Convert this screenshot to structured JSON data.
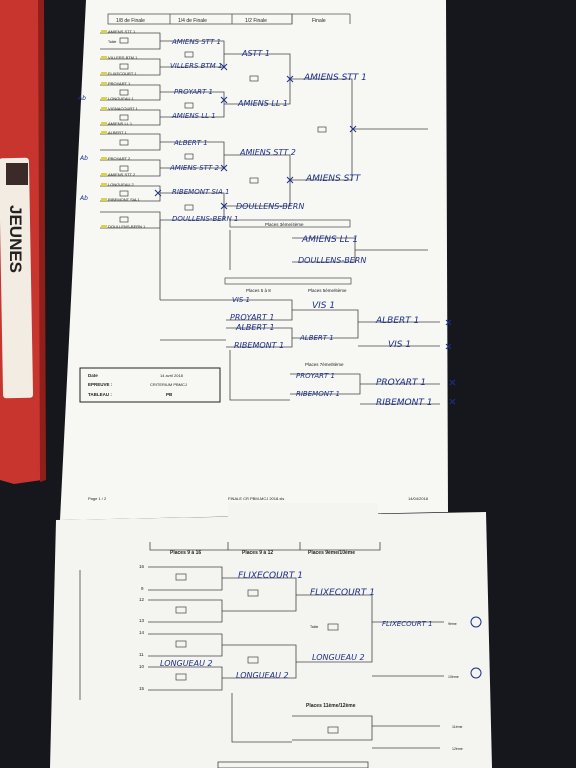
{
  "top_sheet": {
    "column_headers": [
      "1/8 de Finale",
      "1/4 de Finale",
      "1/2 Finale",
      "Finale"
    ],
    "r16_teams": [
      "AMIENS STT 1",
      "",
      "VILLERS BTM 1",
      "FLIXECOURT 1",
      "PROYART 1",
      "LONGUEAU 1",
      "VIGNACOURT 1",
      "AMIENS LL 1",
      "ALBERT 1",
      "PROYART 2",
      "AMIENS STT 2",
      "LONGUEAU 2",
      "RIBEMONT SIA 1",
      "",
      "DOULLENS-BERN 1",
      ""
    ],
    "qf_handwritten": [
      "AMIENS STT 1",
      "VILLERS BTM 1",
      "PROYART 1",
      "AMIENS LL 1",
      "ALBERT 1",
      "AMIENS STT 2",
      "RIBEMONT SIA 1",
      "DOULLENS-BERN 1"
    ],
    "sf_handwritten": [
      "ASTT 1",
      "AMIENS LL 1",
      "AMIENS STT 2",
      "DOULLENS-BERN"
    ],
    "final_handwritten": [
      "AMIENS STT 1",
      "AMIENS STT"
    ],
    "table_label": "Table",
    "places_3_title": "Places 3ème/4ème",
    "places_3_handwritten": [
      "AMIENS LL 1",
      "DOULLENS-BERN"
    ],
    "places_5_8_title": "Places 5 à 8",
    "places_5_8_handwritten": [
      "VIS 1",
      "PROYART 1",
      "ALBERT 1",
      "RIBEMONT 1"
    ],
    "places_5_6_title": "Places 5ème/6ème",
    "places_5_6_handwritten": [
      "VIS 1",
      "ALBERT 1",
      "ALBERT 1",
      "VIS 1"
    ],
    "places_7_8_title": "Places 7ème/8ème",
    "places_7_8_handwritten": [
      "PROYART 1",
      "RIBEMONT 1",
      "PROYART 1",
      "RIBEMONT 1"
    ],
    "info_box": {
      "date_label": "Date",
      "date_value": "14 avril 2018",
      "epreuve_label": "EPREUVE :",
      "epreuve_value": "CRITERIUM PBMCJ",
      "tableau_label": "TABLEAU :",
      "tableau_value": "PB"
    },
    "footer_left": "Page 1 / 2",
    "footer_center": "FINALE CR PBM-MCJ 2018.xls",
    "footer_right": "14/04/2018"
  },
  "bottom_sheet": {
    "column_headers": [
      "Places 9 à 16",
      "Places 9 à 12",
      "Places 9ème/10ème"
    ],
    "seed_numbers": [
      "16",
      "9",
      "12",
      "13",
      "14",
      "11",
      "10",
      "15"
    ],
    "handwritten": [
      "FLIXECOURT 1",
      "FLIXECOURT 1",
      "FLIXECOURT 1",
      "LONGUEAU 2",
      "LONGUEAU 2",
      "LONGUEAU 2"
    ],
    "places_11_title": "Places 11ème/12ème",
    "result_labels": [
      "9ème",
      "10ème",
      "11ème",
      "12ème"
    ],
    "table_label": "Table"
  },
  "side_box": {
    "label": "JEUNES"
  }
}
